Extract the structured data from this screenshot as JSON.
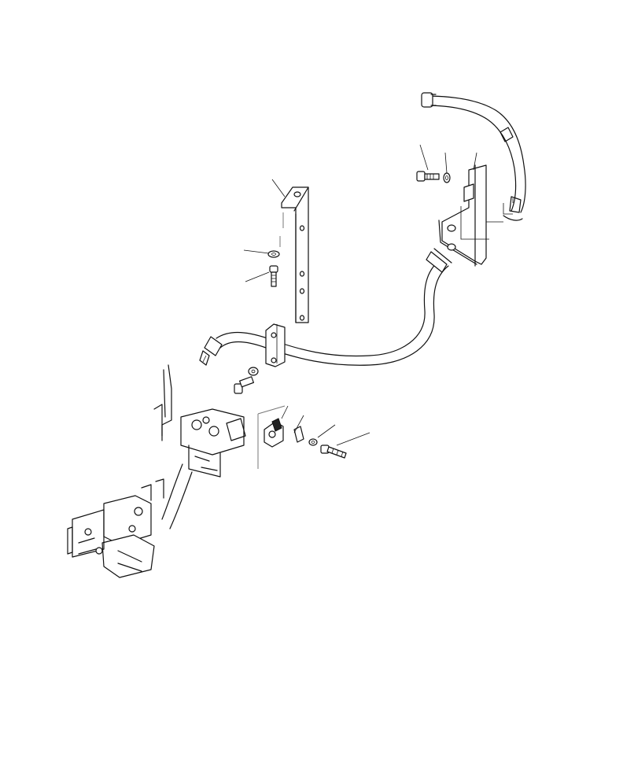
{
  "diagram": {
    "kind": "exploded-parts-drawing",
    "callout_labels": [],
    "parts": [
      {
        "name": "hose-assembly",
        "icon": "hose-icon"
      },
      {
        "name": "upper-bracket",
        "icon": "bracket-icon"
      },
      {
        "name": "long-bracket-plate",
        "icon": "plate-icon"
      },
      {
        "name": "bolt",
        "icon": "bolt-icon"
      },
      {
        "name": "washer",
        "icon": "washer-icon"
      },
      {
        "name": "clamp",
        "icon": "clamp-icon"
      },
      {
        "name": "valve-block",
        "icon": "valve-icon"
      }
    ],
    "colors": {
      "line": "#111111",
      "background": "#ffffff"
    }
  }
}
